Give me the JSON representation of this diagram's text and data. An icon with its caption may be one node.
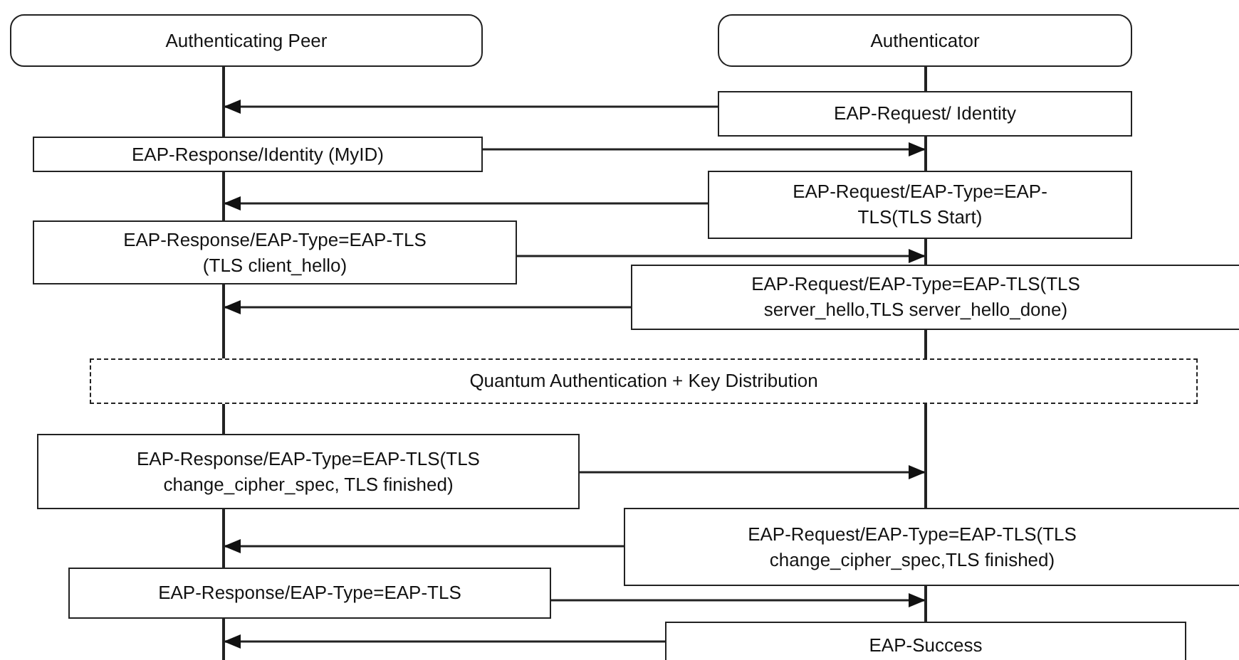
{
  "diagram": {
    "nodes": [
      {
        "text": [
          "Authenticating Peer"
        ]
      },
      {
        "text": [
          "Authenticator"
        ]
      },
      {
        "text": [
          "EAP-Request/ Identity"
        ]
      },
      {
        "text": [
          "EAP-Response/Identity (MyID)"
        ]
      },
      {
        "text": [
          "EAP-Request/EAP-Type=EAP- TLS(TLS Start)"
        ]
      },
      {
        "text": [
          "EAP-Response/EAP-Type=EAP-TLS (TLS client_hello)"
        ]
      },
      {
        "text": [
          "EAP-Request/EAP-Type=EAP-TLS(TLS server_hello,TLS server_hello_done)"
        ]
      },
      {
        "text": [
          "Quantum Authentication + Key Distribution"
        ]
      },
      {
        "text": [
          "EAP-Response/EAP-Type=EAP-TLS(TLS change_cipher_spec, TLS finished)"
        ]
      },
      {
        "text": [
          "EAP-Request/EAP-Type=EAP-TLS(TLS change_cipher_spec,TLS finished)"
        ]
      },
      {
        "text": [
          "EAP-Response/EAP-Type=EAP-TLS"
        ]
      },
      {
        "text": [
          "EAP-Success"
        ]
      },
      {
        "text": [],
        "shape": "bar"
      },
      {
        "text": [],
        "shape": "bar"
      },
      {
        "text": [],
        "shape": "bar"
      },
      {
        "text": [],
        "shape": "bar"
      },
      {
        "text": [],
        "shape": "bar"
      },
      {
        "text": [],
        "shape": "bar"
      },
      {
        "text": [],
        "shape": "bar"
      },
      {
        "text": [],
        "shape": "bar"
      },
      {
        "text": [],
        "shape": "bar"
      },
      {
        "text": [],
        "shape": "bar"
      },
      {
        "text": [],
        "shape": "bar"
      },
      {
        "text": [],
        "shape": "bar"
      }
    ],
    "edges": [
      {
        "from": 2,
        "to": 12,
        "arrow": "to"
      },
      {
        "from": 3,
        "to": 19,
        "arrow": "to"
      },
      {
        "from": 4,
        "to": 13,
        "arrow": "to"
      },
      {
        "from": 5,
        "to": 20,
        "arrow": "to"
      },
      {
        "from": 6,
        "to": 14,
        "arrow": "to"
      },
      {
        "from": 8,
        "to": 22,
        "arrow": "to"
      },
      {
        "from": 9,
        "to": 16,
        "arrow": "to"
      },
      {
        "from": 10,
        "to": 23,
        "arrow": "to"
      },
      {
        "from": 11,
        "to": 17,
        "arrow": "to"
      }
    ]
  }
}
